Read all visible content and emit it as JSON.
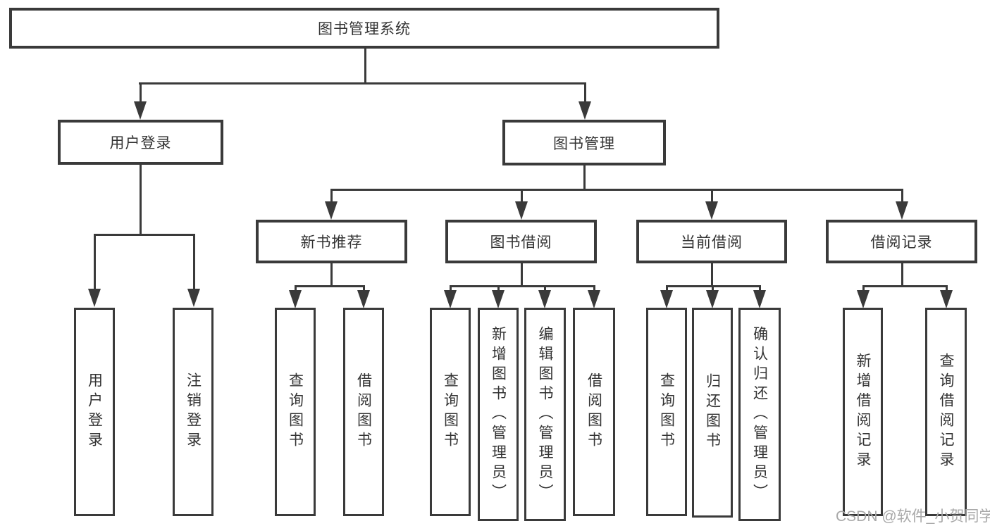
{
  "nodes": {
    "root": "图书管理系统",
    "level2": {
      "user_login": "用户登录",
      "book_management": "图书管理"
    },
    "level3": {
      "new_book_recommend": "新书推荐",
      "book_borrowing": "图书借阅",
      "current_borrowing": "当前借阅",
      "borrowing_records": "借阅记录"
    },
    "leaves": {
      "user_login": [
        "用户登录",
        "注销登录"
      ],
      "new_book_recommend": [
        "查询图书",
        "借阅图书"
      ],
      "book_borrowing": [
        "查询图书",
        "新增图书（管理员）",
        "编辑图书（管理员）",
        "借阅图书"
      ],
      "current_borrowing": [
        "查询图书",
        "归还图书",
        "确认归还（管理员）"
      ],
      "borrowing_records": [
        "新增借阅记录",
        "查询借阅记录"
      ]
    }
  },
  "watermark": "CSDN @软件_小贺同学",
  "colors": {
    "line": "#3a3a3a",
    "text": "#333333",
    "watermark": "#a8a8a8",
    "background": "#ffffff"
  }
}
